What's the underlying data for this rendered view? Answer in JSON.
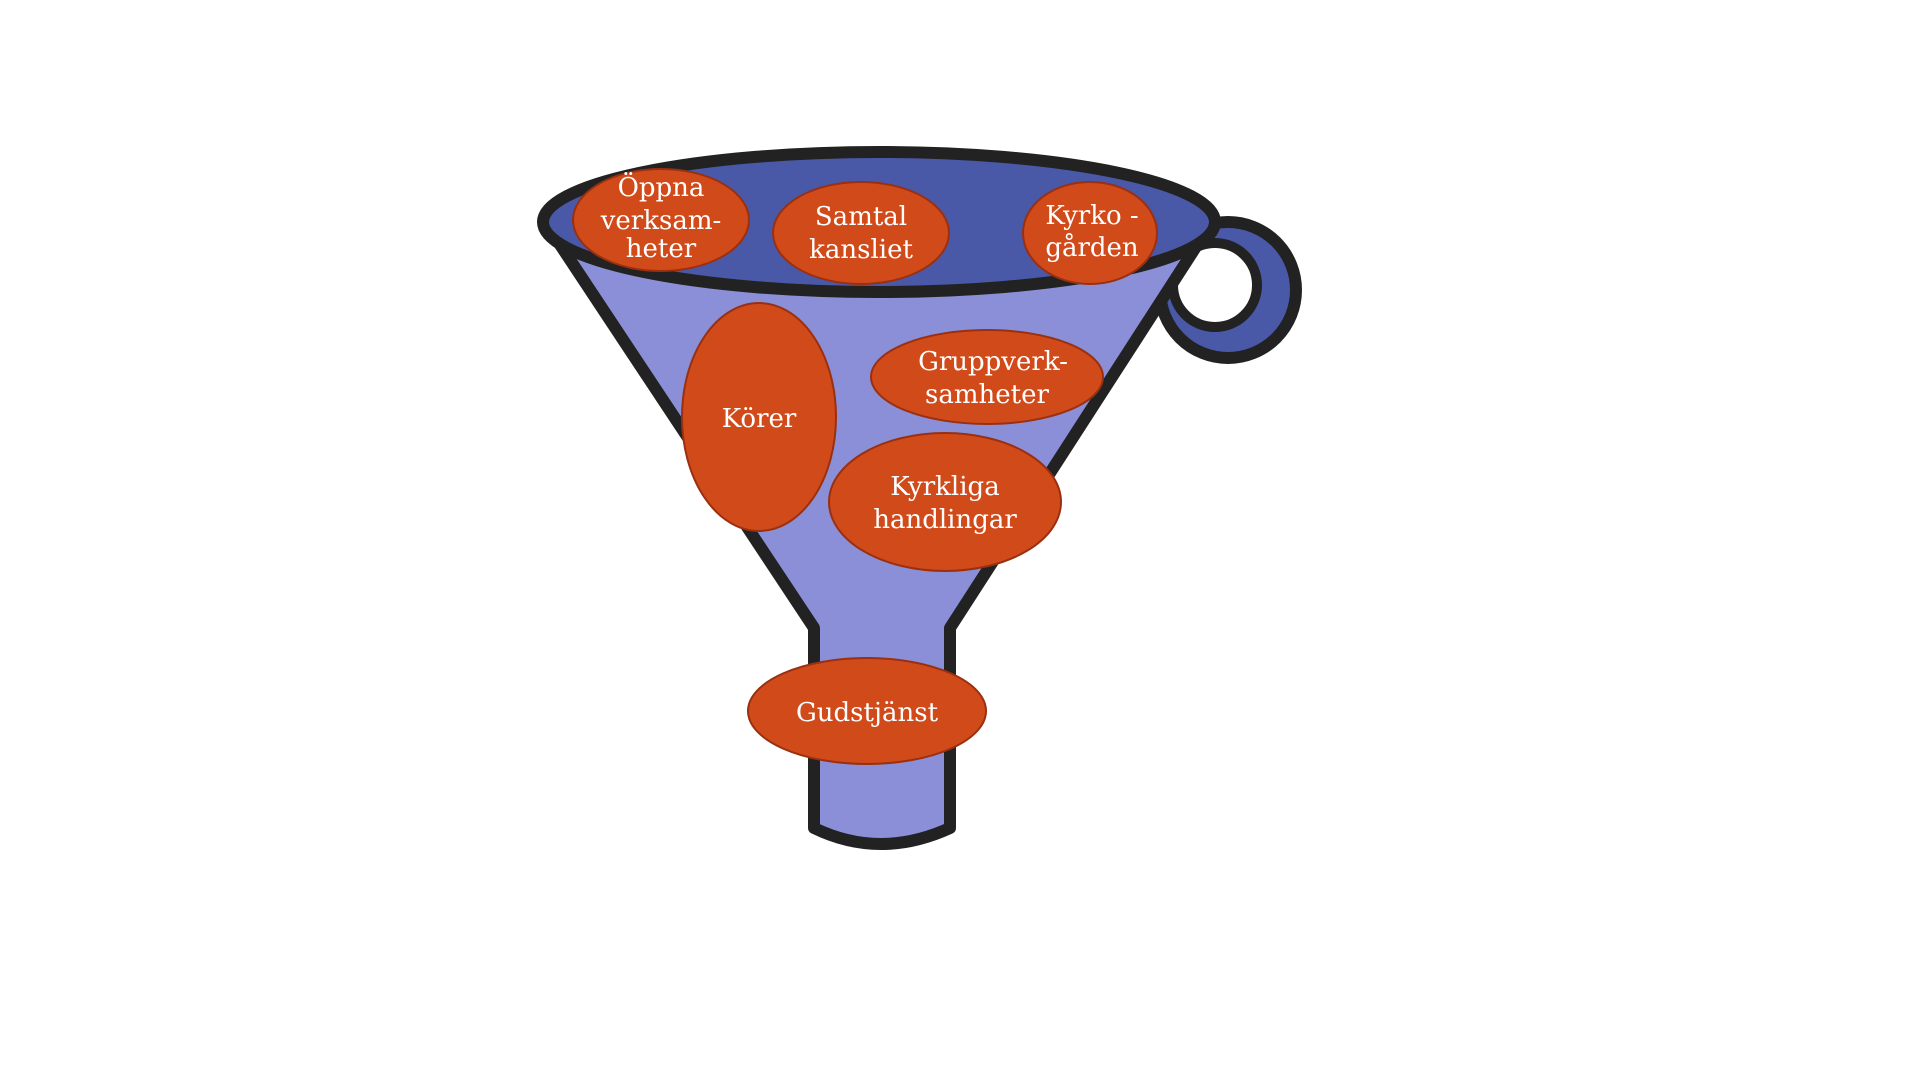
{
  "colors": {
    "funnel_body": "#8b8fd8",
    "funnel_inner": "#4a58a8",
    "outline": "#222222",
    "bubble": "#d14a1a",
    "text": "#ffffff"
  },
  "items": [
    {
      "lines": [
        "Öppna",
        "verksam-",
        "heter"
      ]
    },
    {
      "lines": [
        "Samtal",
        "kansliet"
      ]
    },
    {
      "lines": [
        "Kyrko -",
        "gården"
      ]
    },
    {
      "lines": [
        "Körer"
      ]
    },
    {
      "lines": [
        "Gruppverk-",
        "samheter"
      ]
    },
    {
      "lines": [
        "Kyrkliga",
        "handlingar"
      ]
    },
    {
      "lines": [
        "Gudstjänst"
      ]
    }
  ]
}
